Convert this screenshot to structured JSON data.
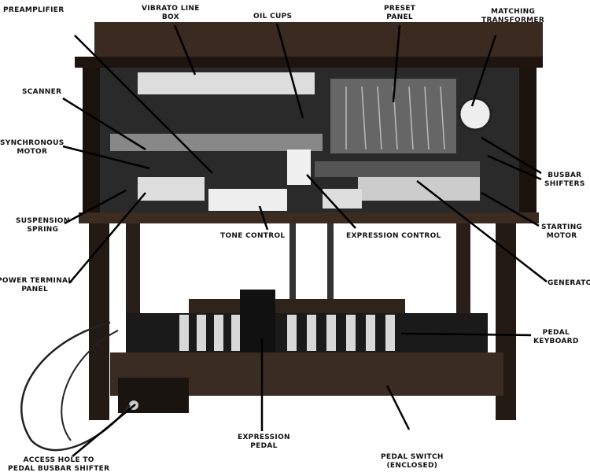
{
  "labels": {
    "preamplifier": "PREAMPLIFIER",
    "vibrato_line_box": [
      "VIBRATO LINE",
      "BOX"
    ],
    "oil_cups": "OIL CUPS",
    "preset_panel": [
      "PRESET",
      "PANEL"
    ],
    "matching_transformer": [
      "MATCHING",
      "TRANSFORMER"
    ],
    "scanner": "SCANNER",
    "synchronous_motor": [
      "SYNCHRONOUS",
      "MOTOR"
    ],
    "busbar_shifters": [
      "BUSBAR",
      "SHIFTERS"
    ],
    "suspension_spring": [
      "SUSPENSION",
      "SPRING"
    ],
    "starting_motor": [
      "STARTING",
      "MOTOR"
    ],
    "tone_control": "TONE CONTROL",
    "expression_control": "EXPRESSION CONTROL",
    "power_terminal_panel": [
      "POWER TERMINAL",
      "PANEL"
    ],
    "generator": "GENERATOR",
    "pedal_keyboard": [
      "PEDAL",
      "KEYBOARD"
    ],
    "expression_pedal": [
      "EXPRESSION",
      "PEDAL"
    ],
    "pedal_switch": [
      "PEDAL SWITCH",
      "(ENCLOSED)"
    ],
    "access_hole": [
      "ACCESS HOLE TO",
      "PEDAL BUSBAR SHIFTER"
    ]
  }
}
